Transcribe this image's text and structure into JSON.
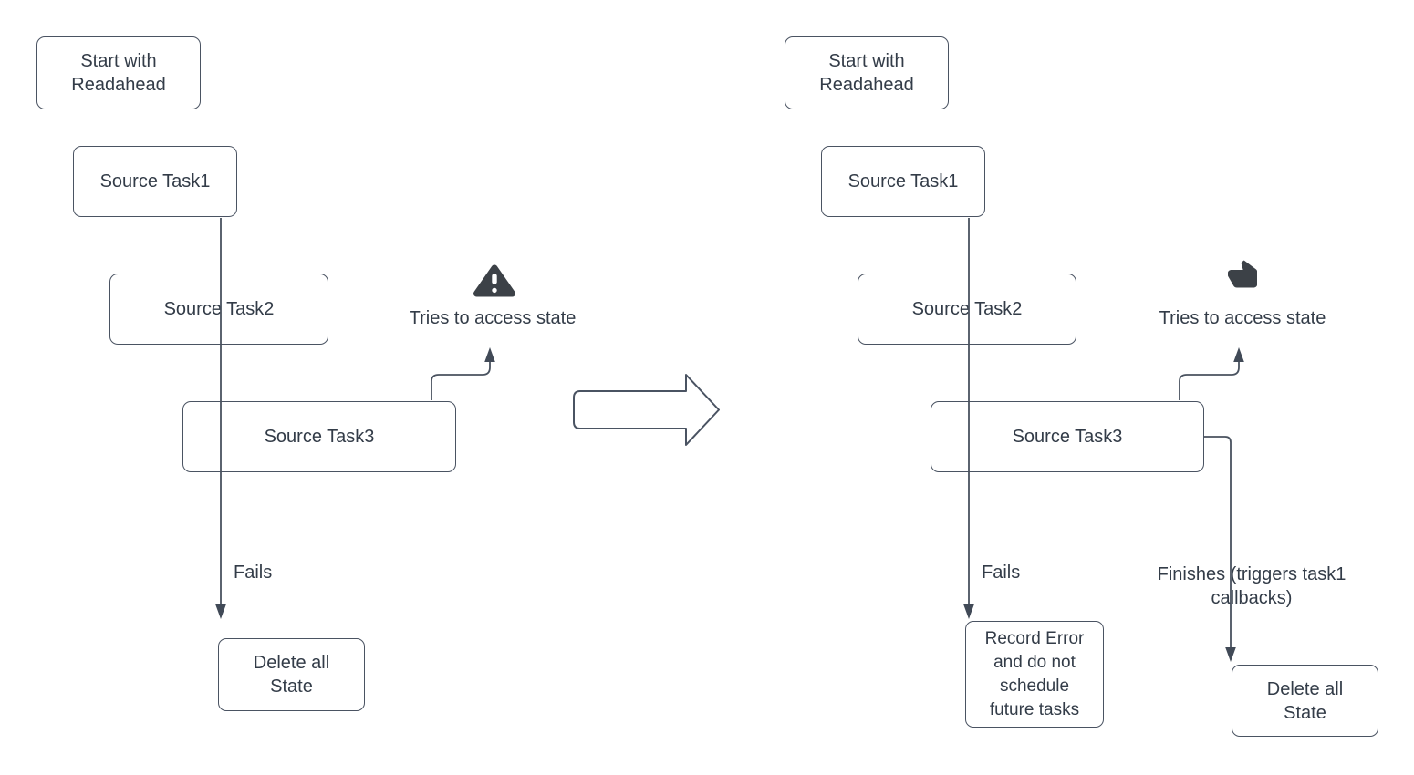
{
  "colors": {
    "background": "#ffffff",
    "box_border": "#4a5362",
    "connector": "#49525f",
    "text": "#333c48",
    "icon": "#3c4147"
  },
  "left_diagram": {
    "nodes": {
      "start": "Start with\nReadahead",
      "task1": "Source Task1",
      "task2": "Source Task2",
      "task3": "Source Task3",
      "delete_state": "Delete all\nState"
    },
    "labels": {
      "fails": "Fails",
      "tries_to_access": "Tries to access state"
    },
    "icons": {
      "warning": "warning-triangle-icon"
    }
  },
  "transition": {
    "icon": "right-block-arrow"
  },
  "right_diagram": {
    "nodes": {
      "start": "Start with\nReadahead",
      "task1": "Source Task1",
      "task2": "Source Task2",
      "task3": "Source Task3",
      "record_error": "Record Error\nand do not\nschedule\nfuture tasks",
      "delete_state": "Delete all\nState"
    },
    "labels": {
      "fails": "Fails",
      "tries_to_access": "Tries to access state",
      "finishes": "Finishes (triggers task1\ncallbacks)"
    },
    "icons": {
      "thumbs_up": "thumbs-up-icon"
    }
  }
}
